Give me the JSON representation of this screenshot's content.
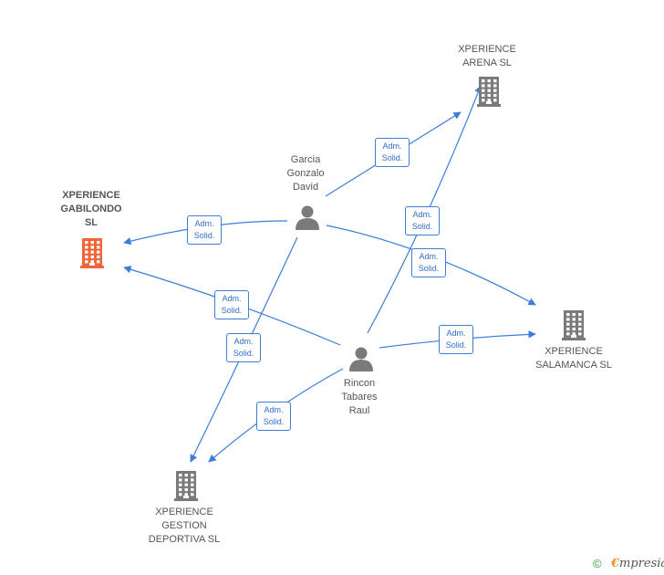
{
  "companies": [
    {
      "id": "arena",
      "label": "XPERIENCE\nARENA  SL",
      "highlight": false
    },
    {
      "id": "gabilondo",
      "label": "XPERIENCE\nGABILONDO\nSL",
      "highlight": true
    },
    {
      "id": "salamanca",
      "label": "XPERIENCE\nSALAMANCA  SL",
      "highlight": false
    },
    {
      "id": "gestion",
      "label": "XPERIENCE\nGESTION\nDEPORTIVA  SL",
      "highlight": false
    }
  ],
  "people": [
    {
      "id": "garcia",
      "label": "Garcia\nGonzalo\nDavid"
    },
    {
      "id": "rincon",
      "label": "Rincon\nTabares\nRaul"
    }
  ],
  "edges": [
    {
      "from": "garcia",
      "to": "arena",
      "line1": "Adm.",
      "line2": "Solid."
    },
    {
      "from": "garcia",
      "to": "gabilondo",
      "line1": "Adm.",
      "line2": "Solid."
    },
    {
      "from": "garcia",
      "to": "salamanca",
      "line1": "Adm.",
      "line2": "Solid."
    },
    {
      "from": "garcia",
      "to": "gestion",
      "line1": "Adm.",
      "line2": "Solid."
    },
    {
      "from": "rincon",
      "to": "arena",
      "line1": "Adm.",
      "line2": "Solid."
    },
    {
      "from": "rincon",
      "to": "gabilondo",
      "line1": "Adm.",
      "line2": "Solid."
    },
    {
      "from": "rincon",
      "to": "salamanca",
      "line1": "Adm.",
      "line2": "Solid."
    },
    {
      "from": "rincon",
      "to": "gestion",
      "line1": "Adm.",
      "line2": "Solid."
    }
  ],
  "footer": {
    "copyright": "©",
    "brand_initial": "€",
    "brand_rest": "mpresia"
  },
  "colors": {
    "edge": "#3b7dd8",
    "building": "#7a7a7a",
    "building_highlight": "#f0643a",
    "person": "#7a7a7a"
  }
}
